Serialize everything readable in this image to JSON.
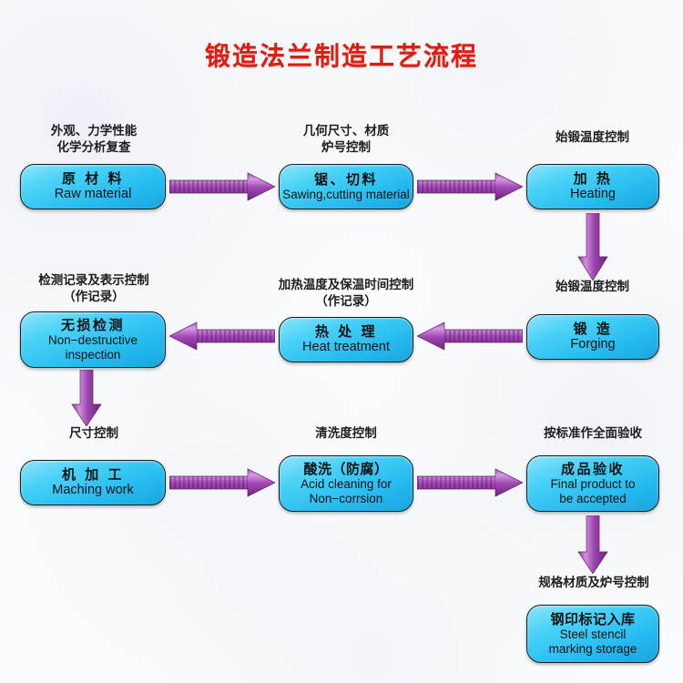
{
  "title": "锻造法兰制造工艺流程",
  "colors": {
    "title": "#e01b10",
    "node_fill_light": "#8fe4fb",
    "node_fill_dark": "#1aa5dd",
    "node_border": "#1b1b1b",
    "arrow_light": "#c47fd0",
    "arrow_dark": "#7e2f8e",
    "background": "#ffffff",
    "caption_text": "#1d1d1d"
  },
  "nodes": [
    {
      "id": "raw-material",
      "caption": "外观、力学性能\n化学分析复查",
      "cn": "原 材 料",
      "en": "Raw material"
    },
    {
      "id": "sawing-cutting",
      "caption": "几何尺寸、材质\n炉号控制",
      "cn": "锯、切料",
      "en": "Sawing,cutting material"
    },
    {
      "id": "heating",
      "caption": "始锻温度控制",
      "cn": "加 热",
      "en": "Heating"
    },
    {
      "id": "forging",
      "caption": "始锻温度控制",
      "cn": "锻 造",
      "en": "Forging"
    },
    {
      "id": "heat-treatment",
      "caption": "加热温度及保温时间控制\n（作记录）",
      "cn": "热 处 理",
      "en": "Heat treatment"
    },
    {
      "id": "non-destructive-inspection",
      "caption": "检测记录及表示控制\n（作记录）",
      "cn": "无损检测",
      "en": "Non−destructive\ninspection"
    },
    {
      "id": "maching-work",
      "caption": "尺寸控制",
      "cn": "机 加 工",
      "en": "Maching work"
    },
    {
      "id": "acid-cleaning",
      "caption": "清洗度控制",
      "cn": "酸洗（防腐）",
      "en": "Acid cleaning for\nNon−corrsion"
    },
    {
      "id": "final-product",
      "caption": "按标准作全面验收",
      "cn": "成品验收",
      "en": "Final product to\nbe accepted"
    },
    {
      "id": "steel-stencil",
      "caption": "规格材质及炉号控制",
      "cn": "钢印标记入库",
      "en": "Steel stencil\nmarking storage"
    }
  ],
  "flow": [
    {
      "from": "raw-material",
      "to": "sawing-cutting",
      "direction": "right"
    },
    {
      "from": "sawing-cutting",
      "to": "heating",
      "direction": "right"
    },
    {
      "from": "heating",
      "to": "forging",
      "direction": "down"
    },
    {
      "from": "forging",
      "to": "heat-treatment",
      "direction": "left"
    },
    {
      "from": "heat-treatment",
      "to": "non-destructive-inspection",
      "direction": "left"
    },
    {
      "from": "non-destructive-inspection",
      "to": "maching-work",
      "direction": "down"
    },
    {
      "from": "maching-work",
      "to": "acid-cleaning",
      "direction": "right"
    },
    {
      "from": "acid-cleaning",
      "to": "final-product",
      "direction": "right"
    },
    {
      "from": "final-product",
      "to": "steel-stencil",
      "direction": "down"
    }
  ]
}
